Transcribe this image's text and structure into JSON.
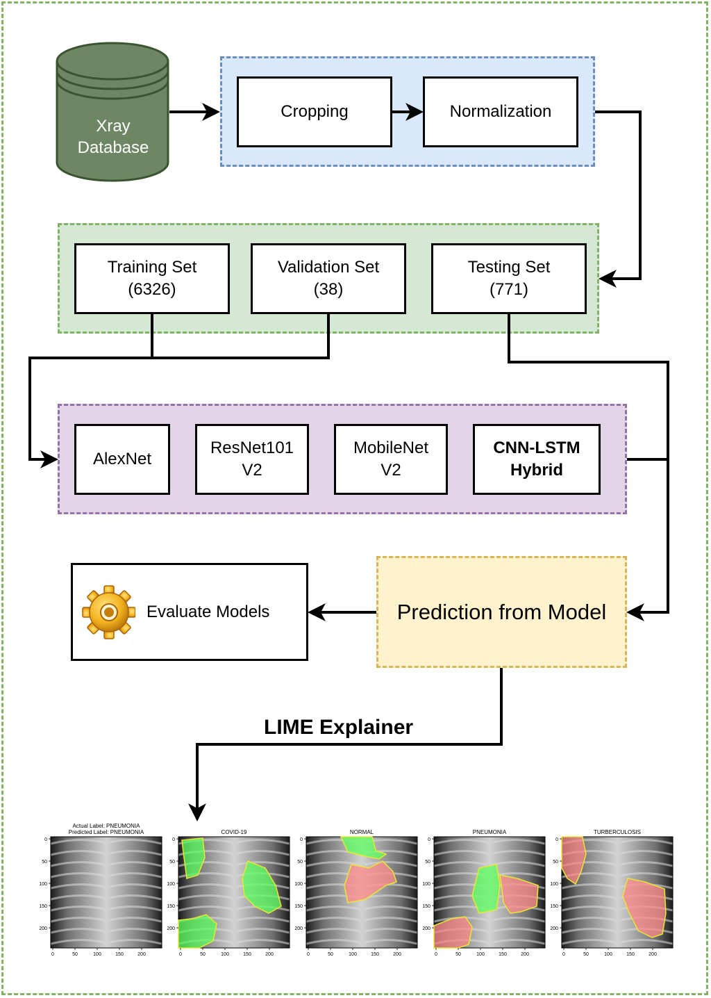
{
  "database": {
    "label": "Xray\nDatabase",
    "fill": "#6d8764"
  },
  "preprocessing": {
    "crop": "Cropping",
    "normalize": "Normalization"
  },
  "splits": [
    {
      "label": "Training Set\n(6326)"
    },
    {
      "label": "Validation Set\n(38)"
    },
    {
      "label": "Testing Set\n(771)"
    }
  ],
  "models": [
    {
      "label": "AlexNet"
    },
    {
      "label": "ResNet101\nV2"
    },
    {
      "label": "MobileNet\nV2"
    },
    {
      "label": "CNN-LSTM\nHybrid"
    }
  ],
  "prediction": "Prediction from Model",
  "evaluate": {
    "label": "Evaluate Models",
    "icon": "gear-icon"
  },
  "lime_label": "LIME Explainer",
  "lime_panels": [
    {
      "title": "Actual Label: PNEUMONIA\nPredicted Label: PNEUMONIA"
    },
    {
      "title": "COVID-19"
    },
    {
      "title": "NORMAL"
    },
    {
      "title": "PNEUMONIA"
    },
    {
      "title": "TURBERCULOSIS"
    }
  ],
  "axis": {
    "yticks": [
      "0",
      "50",
      "100",
      "150",
      "200"
    ],
    "xticks": [
      "0",
      "50",
      "100",
      "150",
      "200"
    ]
  },
  "colors": {
    "positive": "#5cff5c",
    "negative": "#ff8a8a",
    "outline": "#e8e830"
  }
}
